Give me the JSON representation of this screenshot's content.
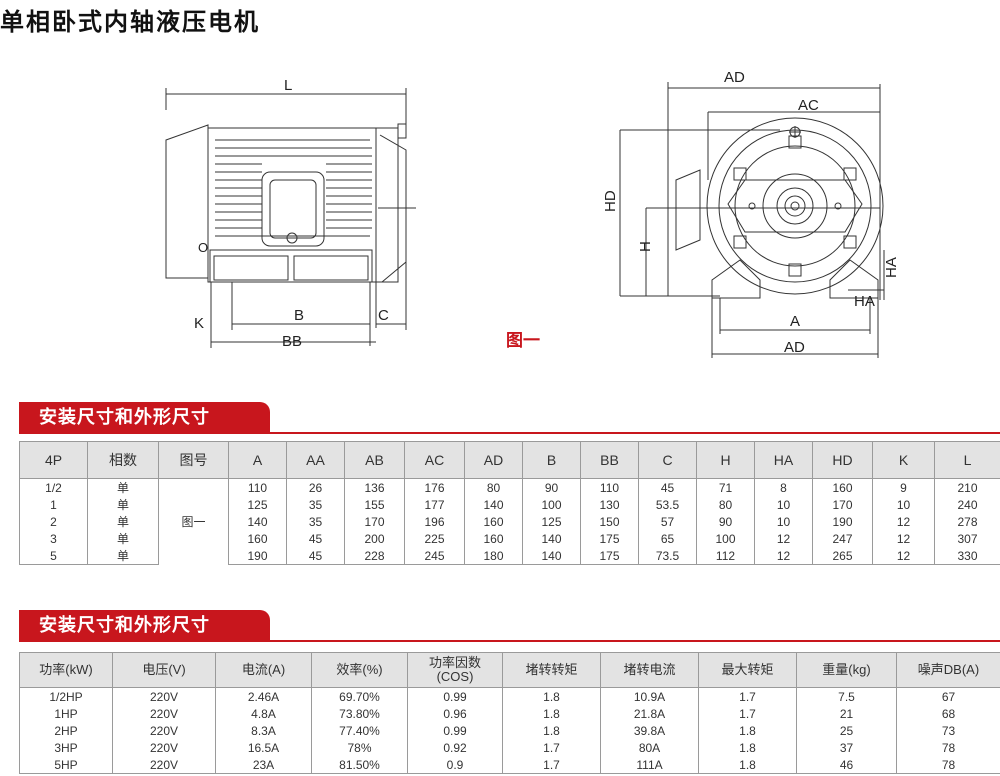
{
  "page": {
    "title": "单相卧式内轴液压电机"
  },
  "figure": {
    "label": "图一",
    "side_view": {
      "dims": [
        "L",
        "K",
        "B",
        "C",
        "BB",
        "O"
      ]
    },
    "front_view": {
      "dims": [
        "AD",
        "AC",
        "HD",
        "H",
        "HA",
        "HA",
        "A",
        "AD"
      ]
    }
  },
  "section1": {
    "title": "安装尺寸和外形尺寸",
    "headers": [
      "4P",
      "相数",
      "图号",
      "A",
      "AA",
      "AB",
      "AC",
      "AD",
      "B",
      "BB",
      "C",
      "H",
      "HA",
      "HD",
      "K",
      "L"
    ],
    "figure_ref": "图一",
    "rows": [
      [
        "1/2",
        "单",
        "110",
        "26",
        "136",
        "176",
        "80",
        "90",
        "110",
        "45",
        "71",
        "8",
        "160",
        "9",
        "210"
      ],
      [
        "1",
        "单",
        "125",
        "35",
        "155",
        "177",
        "140",
        "100",
        "130",
        "53.5",
        "80",
        "10",
        "170",
        "10",
        "240"
      ],
      [
        "2",
        "单",
        "140",
        "35",
        "170",
        "196",
        "160",
        "125",
        "150",
        "57",
        "90",
        "10",
        "190",
        "12",
        "278"
      ],
      [
        "3",
        "单",
        "160",
        "45",
        "200",
        "225",
        "160",
        "140",
        "175",
        "65",
        "100",
        "12",
        "247",
        "12",
        "307"
      ],
      [
        "5",
        "单",
        "190",
        "45",
        "228",
        "245",
        "180",
        "140",
        "175",
        "73.5",
        "112",
        "12",
        "265",
        "12",
        "330"
      ]
    ]
  },
  "section2": {
    "title": "安装尺寸和外形尺寸",
    "headers": [
      "功率(kW)",
      "电压(V)",
      "电流(A)",
      "效率(%)",
      "功率因数\n(COS)",
      "堵转转矩",
      "堵转电流",
      "最大转矩",
      "重量(kg)",
      "噪声DB(A)"
    ],
    "rows": [
      [
        "1/2HP",
        "220V",
        "2.46A",
        "69.70%",
        "0.99",
        "1.8",
        "10.9A",
        "1.7",
        "7.5",
        "67"
      ],
      [
        "1HP",
        "220V",
        "4.8A",
        "73.80%",
        "0.96",
        "1.8",
        "21.8A",
        "1.7",
        "21",
        "68"
      ],
      [
        "2HP",
        "220V",
        "8.3A",
        "77.40%",
        "0.99",
        "1.8",
        "39.8A",
        "1.8",
        "25",
        "73"
      ],
      [
        "3HP",
        "220V",
        "16.5A",
        "78%",
        "0.92",
        "1.7",
        "80A",
        "1.8",
        "37",
        "78"
      ],
      [
        "5HP",
        "220V",
        "23A",
        "81.50%",
        "0.9",
        "1.7",
        "111A",
        "1.8",
        "46",
        "78"
      ]
    ]
  }
}
